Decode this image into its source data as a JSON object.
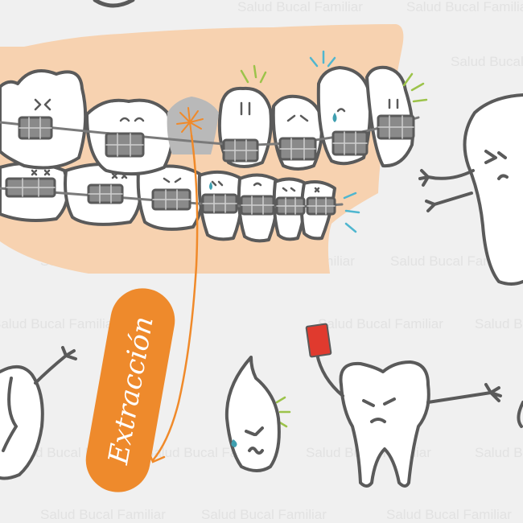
{
  "illustration": {
    "label": "Extracción",
    "watermark": "Salud Bucal Familiar",
    "colors": {
      "background": "#f0f0f0",
      "gum": "#f7d2b0",
      "outline": "#5a5a5a",
      "tooth": "#ffffff",
      "brace": "#8a8a8a",
      "label_bg": "#ee8a2c",
      "label_text": "#ffffff",
      "spark_orange": "#f08a2a",
      "tear_teal": "#3f9fb0",
      "mark_green": "#9cc34a",
      "mark_blue": "#4fb6cf",
      "red_card": "#e03a2e",
      "gap": "#b9b9b9"
    },
    "icons": [
      "braces-teeth",
      "extraction-spark",
      "tooth-character",
      "red-card"
    ]
  }
}
